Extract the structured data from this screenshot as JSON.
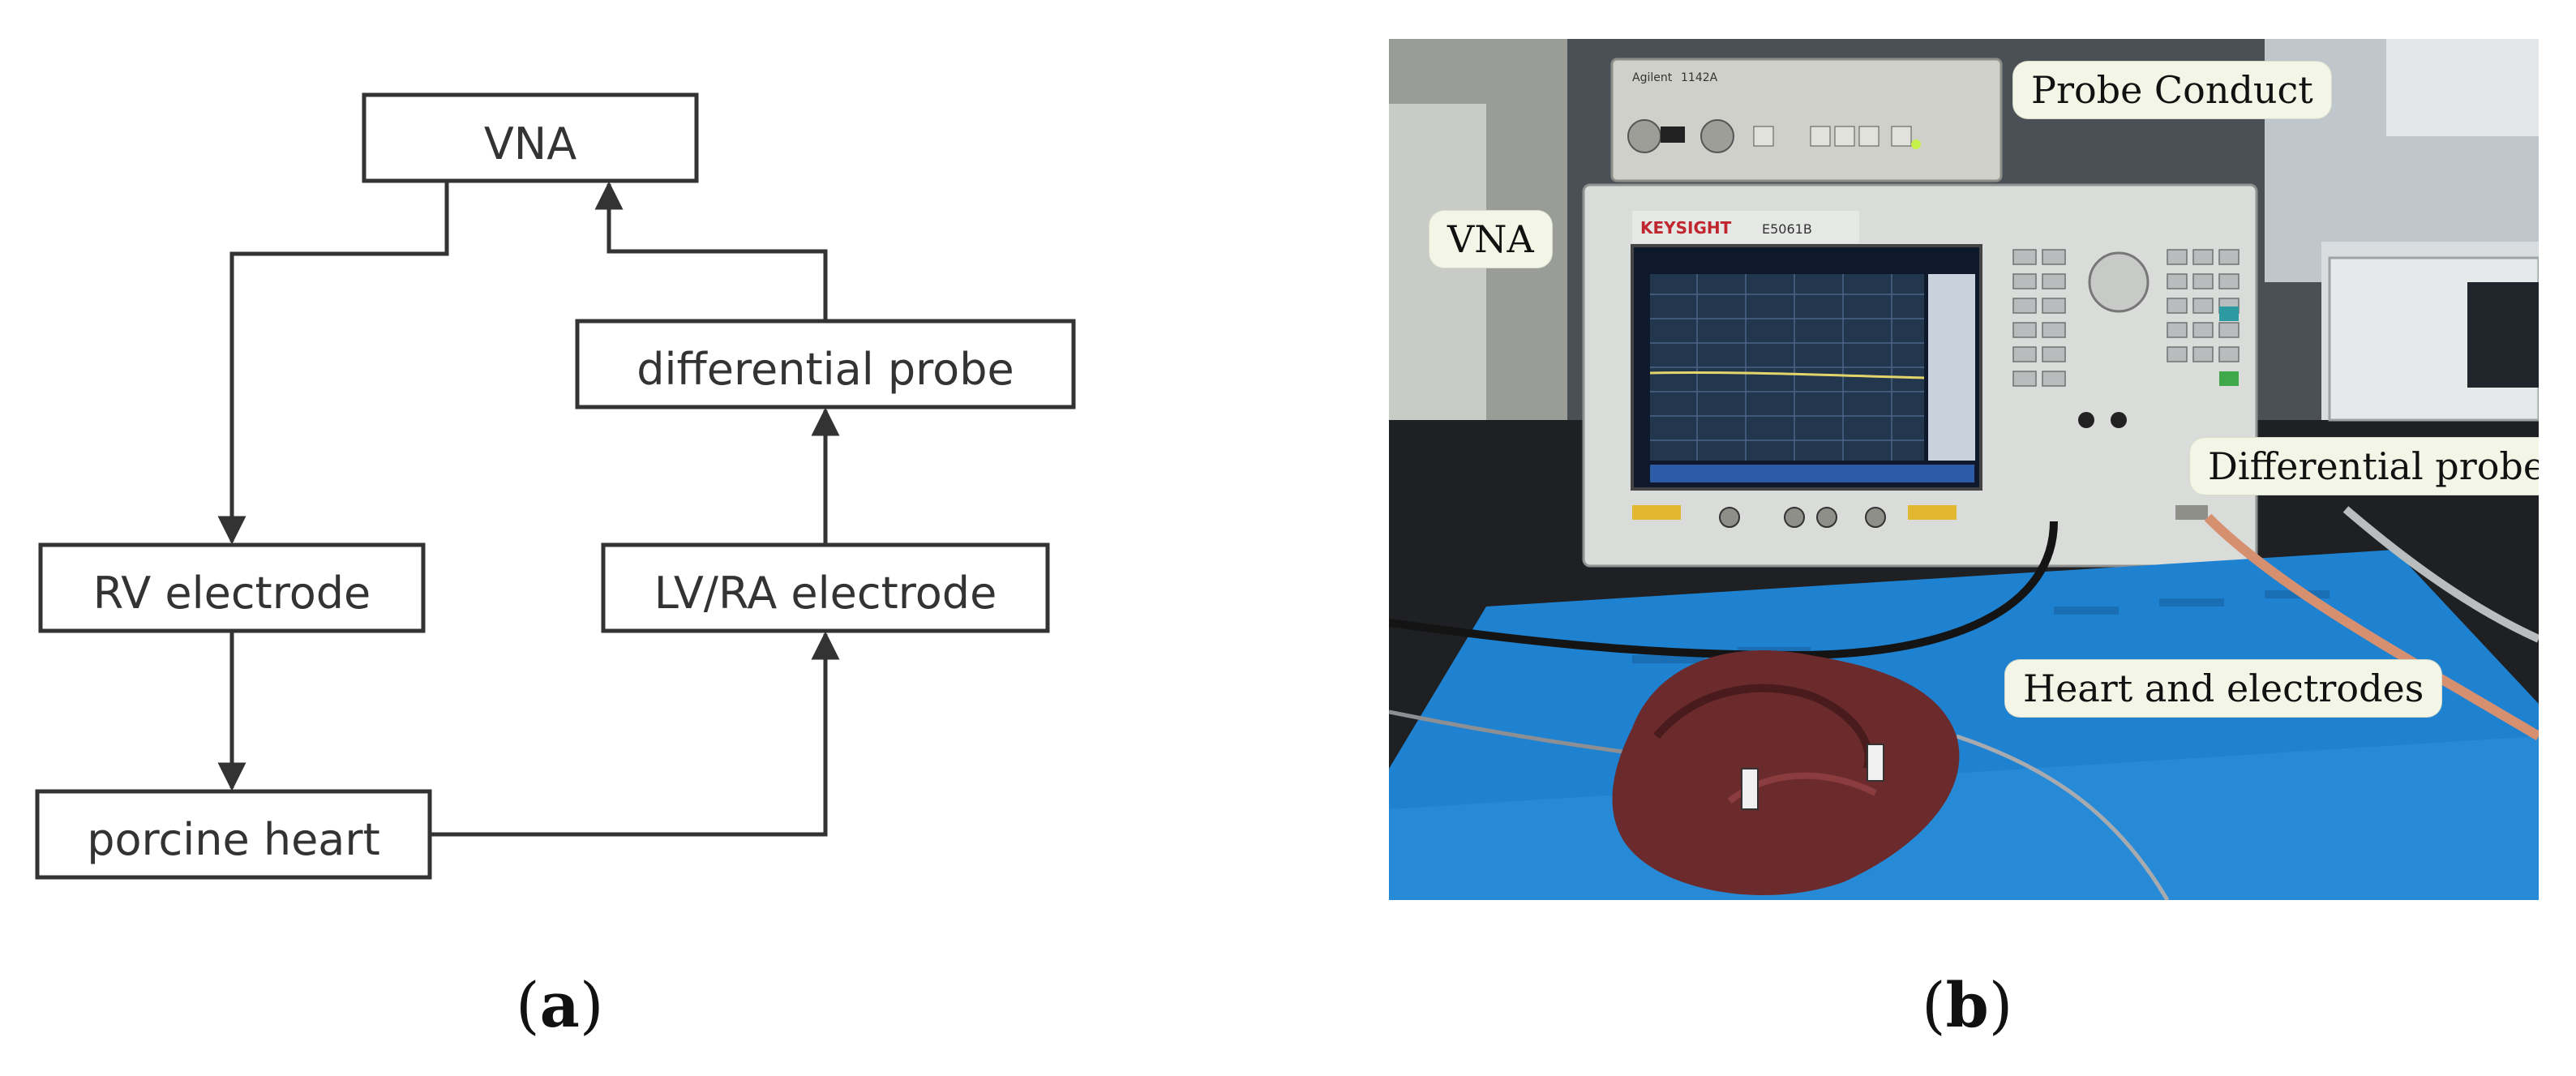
{
  "panel_a": {
    "label": "a",
    "blocks": {
      "vna": "VNA",
      "differential_probe": "differential probe",
      "rv_electrode": "RV electrode",
      "lv_ra_electrode": "LV/RA electrode",
      "porcine_heart": "porcine heart"
    }
  },
  "panel_b": {
    "label": "b",
    "callouts": {
      "probe_conduct": "Probe Conduct",
      "vna": "VNA",
      "differential_probe": "Differential probe",
      "heart_and_electrodes": "Heart and electrodes"
    },
    "instrument": {
      "brand_top": "Agilent",
      "model_top": "1142A",
      "brand_main": "KEYSIGHT",
      "model_main": "E5061B"
    }
  },
  "colors": {
    "diagram_stroke": "#333333",
    "mat_blue": "#1f82d0",
    "heart": "#6b2a2c",
    "screen": "#22364e"
  }
}
